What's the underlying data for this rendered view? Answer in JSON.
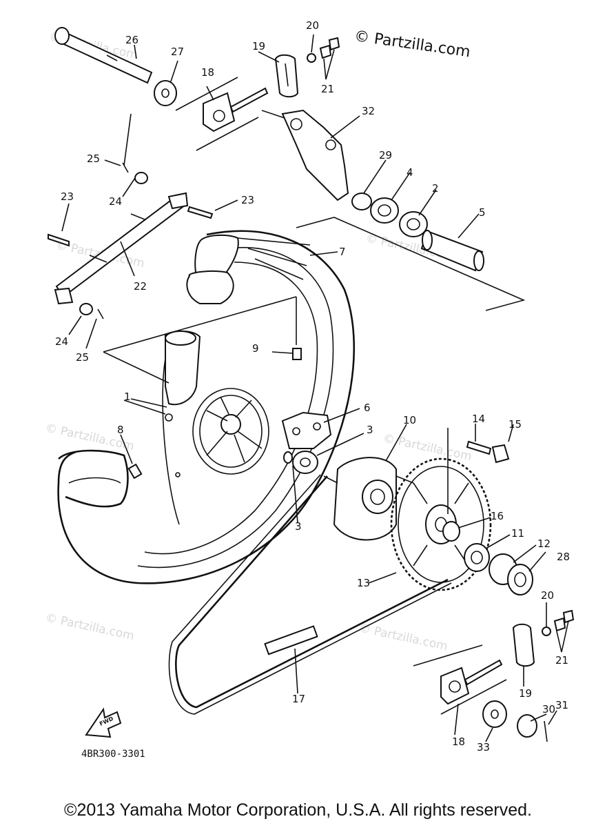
{
  "watermark": "© Partzilla.com",
  "part_code": "4BR300-3301",
  "copyright": "©2013  Yamaha Motor Corporation, U.S.A. All rights reserved.",
  "fwd_label": "FWD",
  "faint_watermark": "© Partzilla.com",
  "callouts": [
    {
      "id": "c1",
      "label": "1"
    },
    {
      "id": "c2",
      "label": "2"
    },
    {
      "id": "c3a",
      "label": "3"
    },
    {
      "id": "c3b",
      "label": "3"
    },
    {
      "id": "c4",
      "label": "4"
    },
    {
      "id": "c5",
      "label": "5"
    },
    {
      "id": "c6",
      "label": "6"
    },
    {
      "id": "c7",
      "label": "7"
    },
    {
      "id": "c8",
      "label": "8"
    },
    {
      "id": "c9",
      "label": "9"
    },
    {
      "id": "c10",
      "label": "10"
    },
    {
      "id": "c11",
      "label": "11"
    },
    {
      "id": "c12",
      "label": "12"
    },
    {
      "id": "c13",
      "label": "13"
    },
    {
      "id": "c14",
      "label": "14"
    },
    {
      "id": "c15",
      "label": "15"
    },
    {
      "id": "c16",
      "label": "16"
    },
    {
      "id": "c17",
      "label": "17"
    },
    {
      "id": "c18a",
      "label": "18"
    },
    {
      "id": "c18b",
      "label": "18"
    },
    {
      "id": "c19a",
      "label": "19"
    },
    {
      "id": "c19b",
      "label": "19"
    },
    {
      "id": "c20a",
      "label": "20"
    },
    {
      "id": "c20b",
      "label": "20"
    },
    {
      "id": "c21a",
      "label": "21"
    },
    {
      "id": "c21b",
      "label": "21"
    },
    {
      "id": "c22",
      "label": "22"
    },
    {
      "id": "c23a",
      "label": "23"
    },
    {
      "id": "c23b",
      "label": "23"
    },
    {
      "id": "c24a",
      "label": "24"
    },
    {
      "id": "c24b",
      "label": "24"
    },
    {
      "id": "c25a",
      "label": "25"
    },
    {
      "id": "c25b",
      "label": "25"
    },
    {
      "id": "c26",
      "label": "26"
    },
    {
      "id": "c27",
      "label": "27"
    },
    {
      "id": "c28",
      "label": "28"
    },
    {
      "id": "c29",
      "label": "29"
    },
    {
      "id": "c30",
      "label": "30"
    },
    {
      "id": "c31",
      "label": "31"
    },
    {
      "id": "c32",
      "label": "32"
    },
    {
      "id": "c33",
      "label": "33"
    }
  ]
}
